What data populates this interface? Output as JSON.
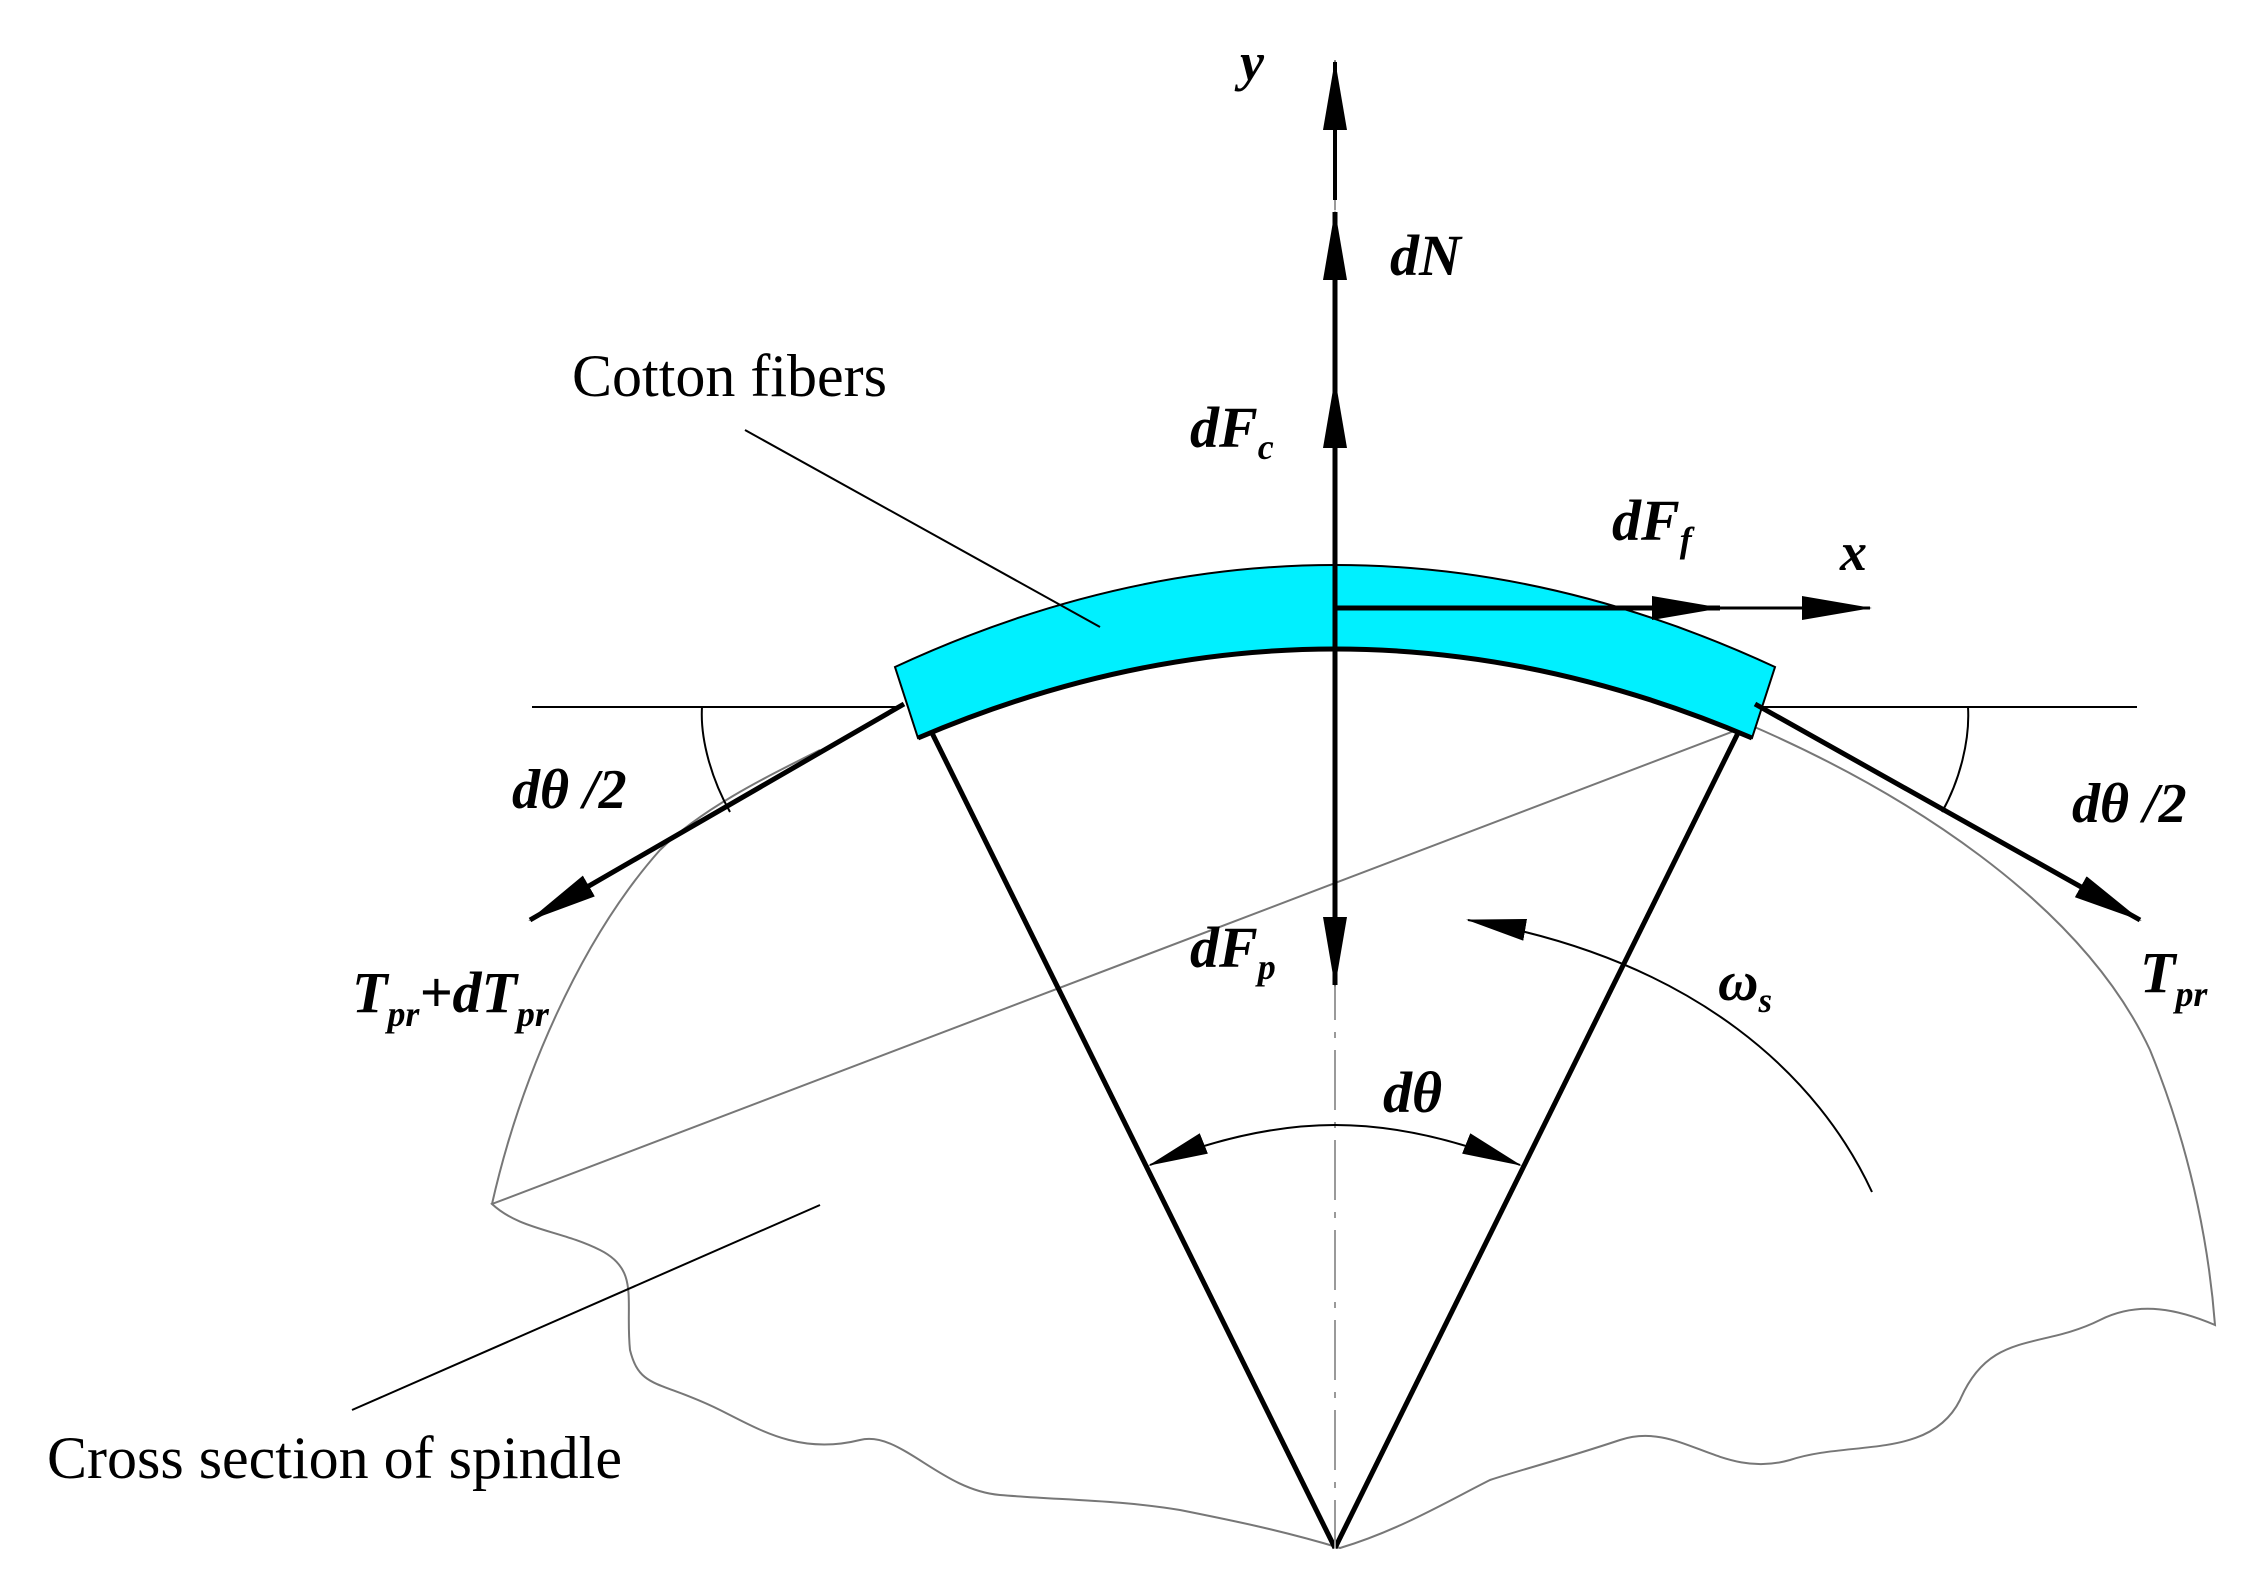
{
  "labels": {
    "y_axis": "y",
    "x_axis": "x",
    "dN": {
      "main": "dN"
    },
    "dFc": {
      "main": "dF",
      "sub": "c"
    },
    "dFf": {
      "main": "dF",
      "sub": "f"
    },
    "dFp": {
      "main": "dF",
      "sub": "p"
    },
    "half_angle_left": "dθ /2",
    "half_angle_right": "dθ /2",
    "tension_left": {
      "T": "T",
      "sub1": "pr",
      "plus": "+dT",
      "sub2": "pr"
    },
    "tension_right": {
      "T": "T",
      "sub": "pr"
    },
    "omega": {
      "main": "ω",
      "sub": "s"
    },
    "dtheta": "dθ"
  },
  "callouts": {
    "cotton_fibers": "Cotton fibers",
    "cross_section": "Cross section of spindle"
  },
  "colors": {
    "fiber_fill": "#00f0ff",
    "line": "#000000",
    "outline": "#777777"
  }
}
